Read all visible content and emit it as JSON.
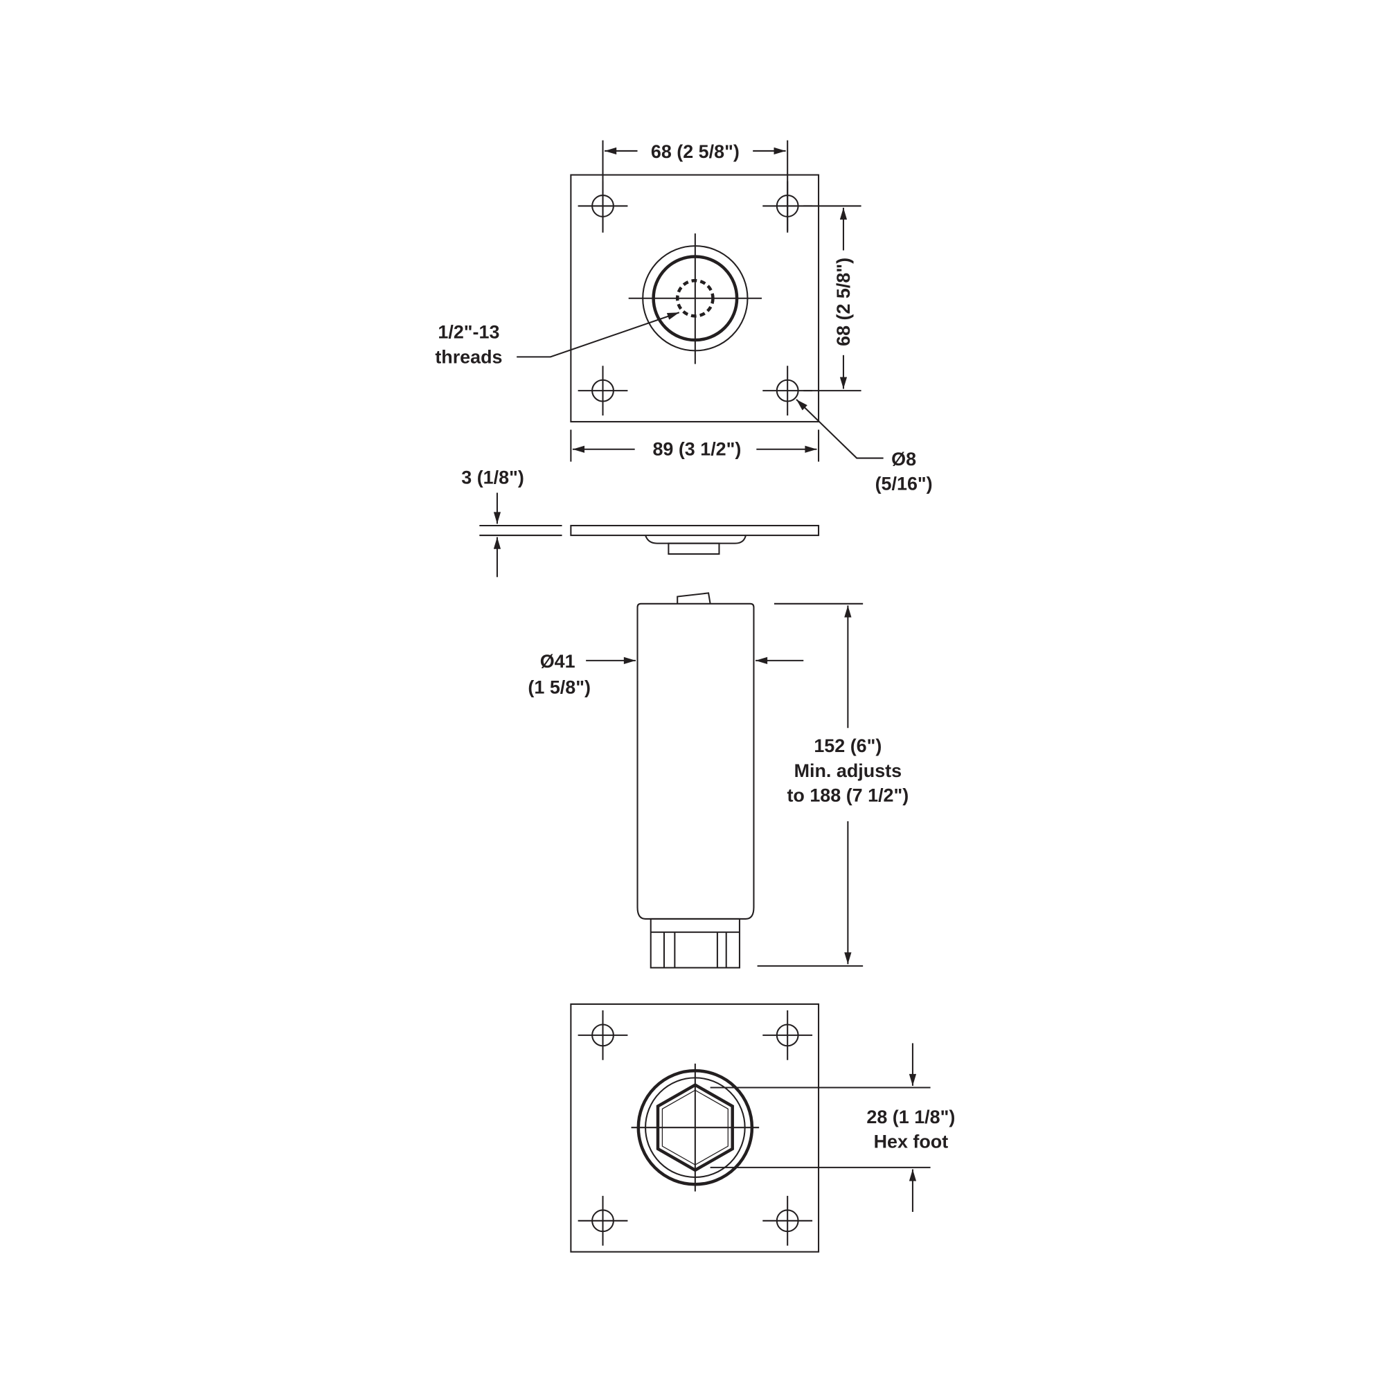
{
  "top_view": {
    "width_hole_spacing": "68 (2 5/8\")",
    "height_hole_spacing": "68 (2 5/8\")",
    "plate_width": "89 (3 1/2\")",
    "hole_diameter": "Ø8",
    "hole_diameter_inch": "(5/16\")",
    "thread_line1": "1/2\"-13",
    "thread_line2": "threads"
  },
  "side_plate": {
    "thickness": "3 (1/8\")"
  },
  "leg": {
    "diameter": "Ø41",
    "diameter_inch": "(1 5/8\")",
    "height_line1": "152 (6\")",
    "height_line2": "Min. adjusts",
    "height_line3": "to 188 (7 1/2\")"
  },
  "bottom_view": {
    "hex_size": "28 (1 1/8\")",
    "hex_label": "Hex foot"
  }
}
